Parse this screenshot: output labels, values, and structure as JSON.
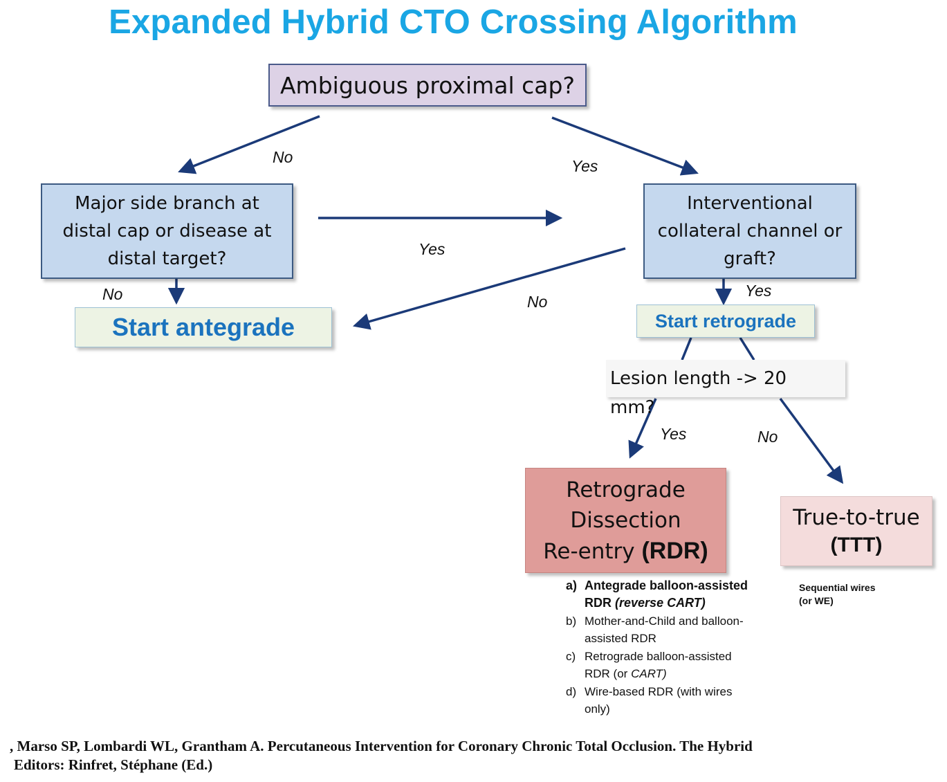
{
  "title": "Expanded Hybrid CTO Crossing Algorithm",
  "nodes": {
    "q1": "Ambiguous proximal cap?",
    "q2": "Major side branch at distal cap or disease at distal target?",
    "q3": "Interventional collateral channel or graft?",
    "start_antegrade": "Start antegrade",
    "start_retrograde": "Start retrograde",
    "lesion_q": "Lesion length -> 20",
    "lesion_q_unit": "mm?",
    "rdr_line1": "Retrograde",
    "rdr_line2": "Dissection",
    "rdr_line3": "Re-entry",
    "rdr_abbr": "(RDR)",
    "ttt_line1": "True-to-true",
    "ttt_abbr": "(TTT)"
  },
  "labels": {
    "q1_no": "No",
    "q1_yes": "Yes",
    "q2_yes": "Yes",
    "q2_no": "No",
    "q3_no": "No",
    "q3_yes": "Yes",
    "lesion_yes": "Yes",
    "lesion_no": "No"
  },
  "rdr_options": [
    {
      "marker": "a)",
      "text": "Antegrade balloon-assisted RDR",
      "italic": "(reverse CART)"
    },
    {
      "marker": "b)",
      "text": "Mother-and-Child and balloon-assisted RDR",
      "italic": ""
    },
    {
      "marker": "c)",
      "text": "Retrograde balloon-assisted RDR   (or",
      "italic": "CART)"
    },
    {
      "marker": "d)",
      "text": "Wire-based RDR (with wires only)",
      "italic": ""
    }
  ],
  "ttt_note": "Sequential wires (or WE)",
  "reference": {
    "line1": ", Marso SP, Lombardi WL, Grantham A. Percutaneous Intervention for Coronary Chronic Total Occlusion. The Hybrid",
    "line2": "Editors: Rinfret, Stéphane (Ed.)"
  },
  "colors": {
    "title": "#1aa6e4",
    "arrow": "#1b3a78",
    "q1_fill": "#ddd2e6",
    "decision_fill": "#c5d8ee",
    "start_fill": "#edf3e4",
    "start_text": "#1b73be",
    "rdr_fill": "#df9c99",
    "ttt_fill": "#f4dcdc"
  }
}
